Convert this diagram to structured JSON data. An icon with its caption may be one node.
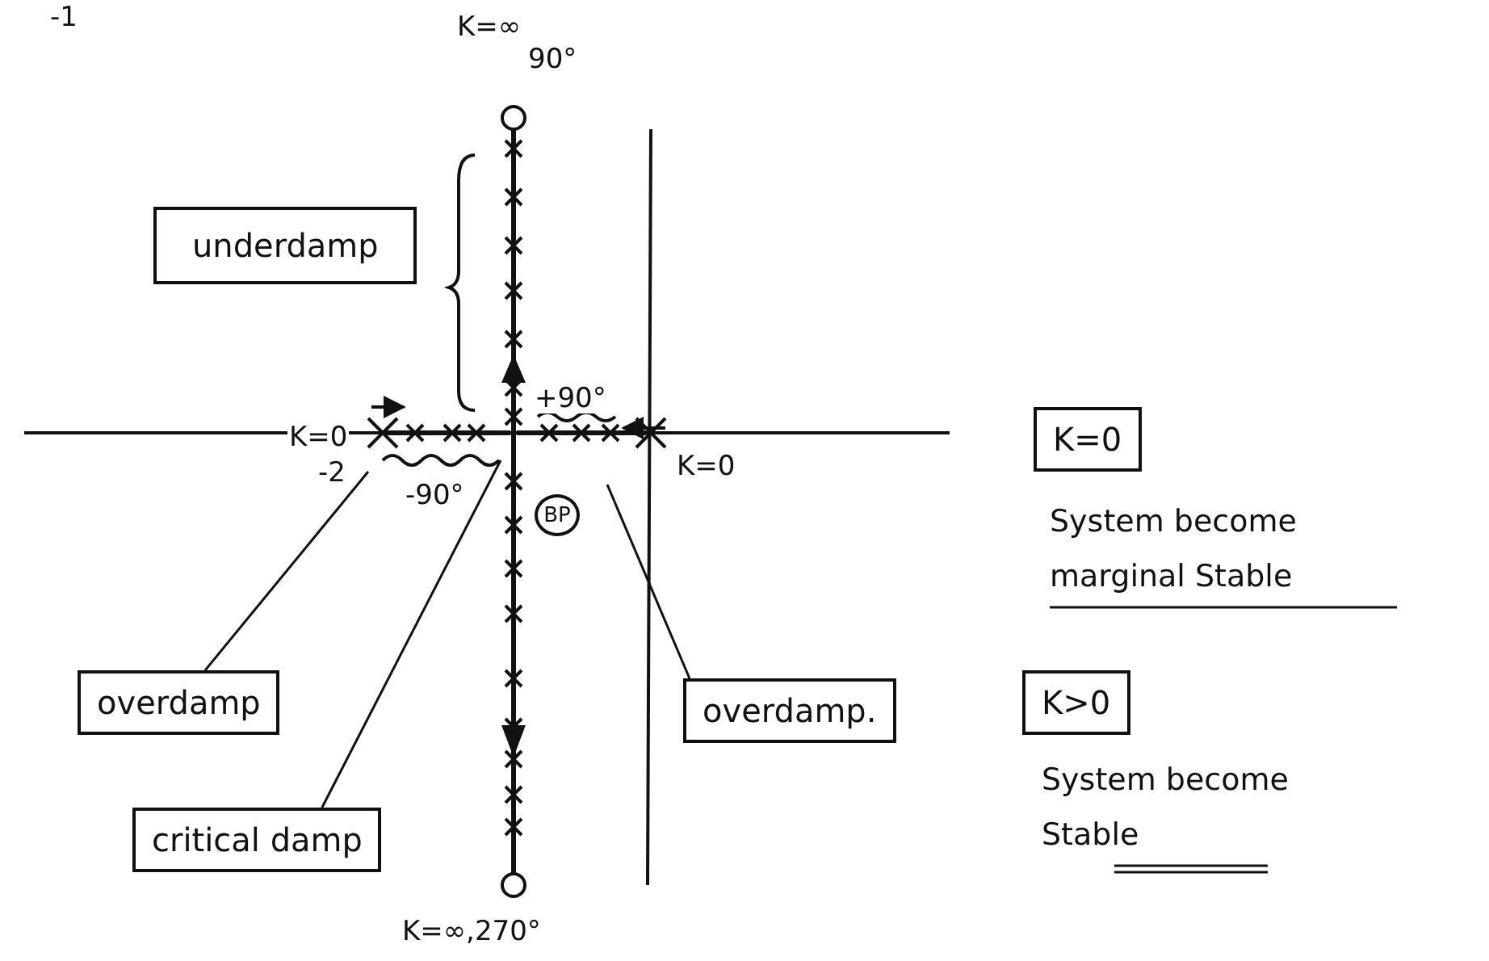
{
  "diagram": {
    "nodes": [
      {
        "text": [
          "underdamp"
        ]
      },
      {
        "text": [
          "BP"
        ]
      },
      {
        "text": [
          "overdamp"
        ]
      },
      {
        "text": [
          "critical damp"
        ]
      },
      {
        "text": [
          "overdamp."
        ]
      },
      {
        "text": [
          "K=0"
        ],
        "beside": [
          "System become marginal Stable"
        ]
      },
      {
        "text": [
          "K>0"
        ],
        "beside": [
          "System become Stable"
        ]
      }
    ],
    "edges": [
      {
        "from": 2,
        "to": null,
        "arrow": "none"
      },
      {
        "from": 3,
        "to": null,
        "arrow": "none"
      },
      {
        "from": 4,
        "to": null,
        "arrow": "none"
      }
    ],
    "labels": [
      "-1",
      "K=∞",
      "90°",
      "K=0",
      "+90°",
      "-2",
      "K=0",
      "-90°",
      "K=∞,270°"
    ]
  }
}
